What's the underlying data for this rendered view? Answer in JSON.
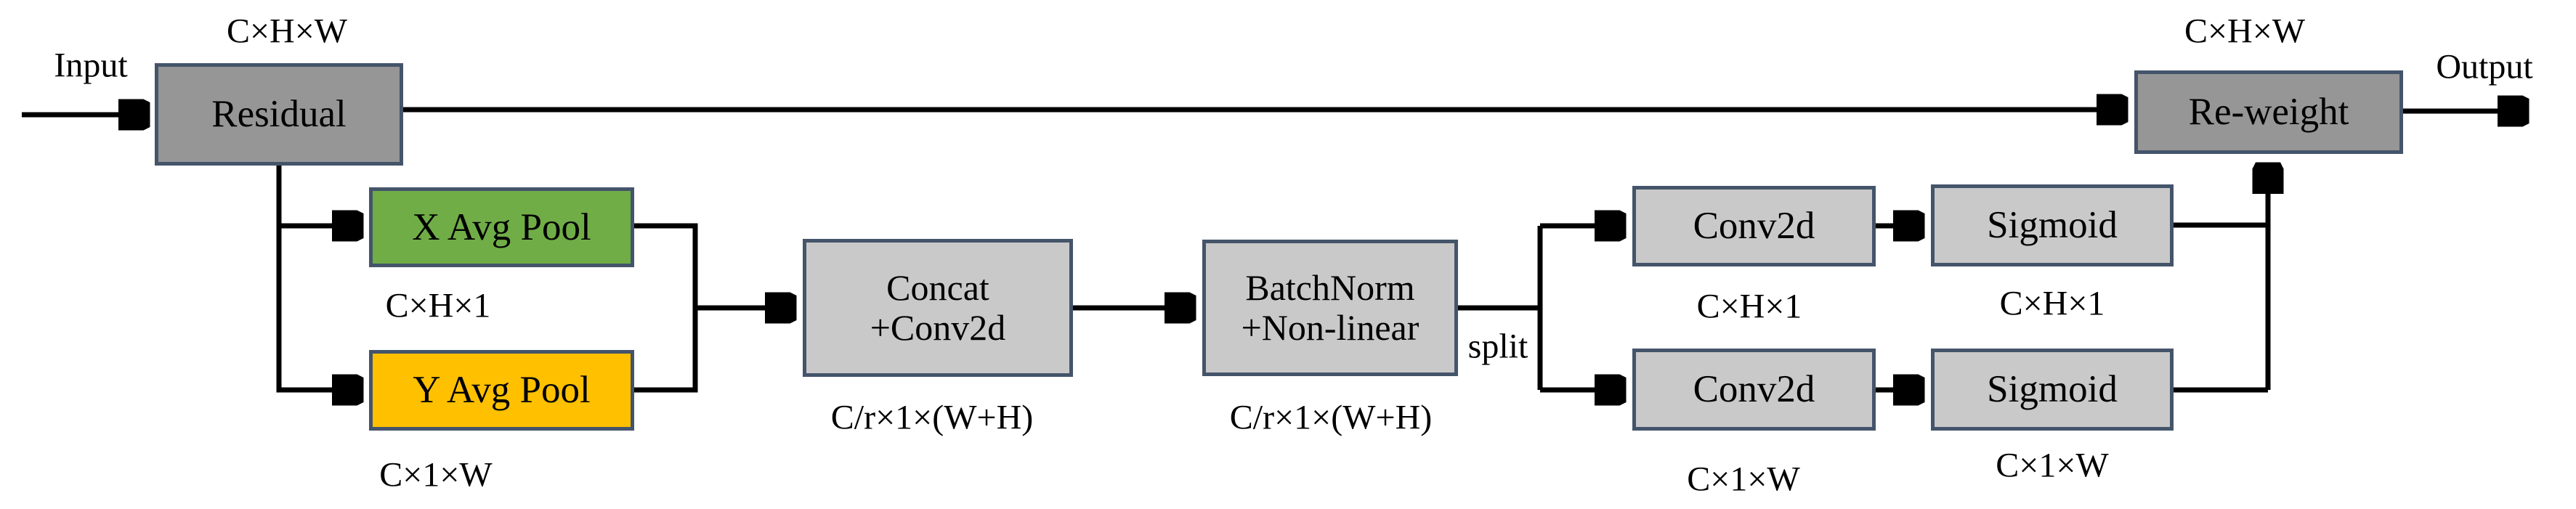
{
  "diagram": {
    "title_semantic": "coordinate-attention-block",
    "input_label": "Input",
    "output_label": "Output",
    "split_label": "split",
    "nodes": {
      "residual": {
        "label": "Residual",
        "fill": "#969696"
      },
      "x_avg_pool": {
        "label": "X Avg Pool",
        "fill": "#70AD47"
      },
      "y_avg_pool": {
        "label": "Y Avg Pool",
        "fill": "#FFC000"
      },
      "concat_conv": {
        "line1": "Concat",
        "line2": "+Conv2d",
        "fill": "#C9C9C9"
      },
      "batchnorm": {
        "line1": "BatchNorm",
        "line2": "+Non-linear",
        "fill": "#C9C9C9"
      },
      "conv2d_top": {
        "label": "Conv2d",
        "fill": "#C9C9C9"
      },
      "conv2d_bottom": {
        "label": "Conv2d",
        "fill": "#C9C9C9"
      },
      "sigmoid_top": {
        "label": "Sigmoid",
        "fill": "#C9C9C9"
      },
      "sigmoid_bottom": {
        "label": "Sigmoid",
        "fill": "#C9C9C9"
      },
      "reweight": {
        "label": "Re-weight",
        "fill": "#969696"
      }
    },
    "dims": {
      "input_tensor": "C×H×W",
      "x_pool_out": "C×H×1",
      "y_pool_out": "C×1×W",
      "concat_out": "C/r×1×(W+H)",
      "batchnorm_out": "C/r×1×(W+H)",
      "conv_top_out": "C×H×1",
      "sigmoid_top_out": "C×H×1",
      "conv_bottom_out": "C×1×W",
      "sigmoid_bottom_out": "C×1×W",
      "output_tensor": "C×H×W"
    },
    "colors": {
      "box_border": "#44546A",
      "box_gray_dark": "#969696",
      "box_gray_light": "#C9C9C9",
      "box_green": "#70AD47",
      "box_yellow": "#FFC000",
      "line": "#000000",
      "background": "#FFFFFF"
    }
  }
}
